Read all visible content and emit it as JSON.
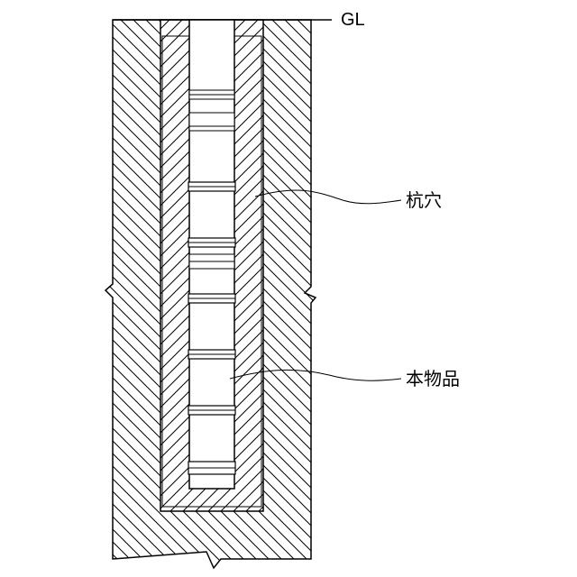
{
  "diagram": {
    "labels": {
      "ground_level": "GL",
      "pile_hole": "杭穴",
      "main_product": "本物品"
    }
  }
}
